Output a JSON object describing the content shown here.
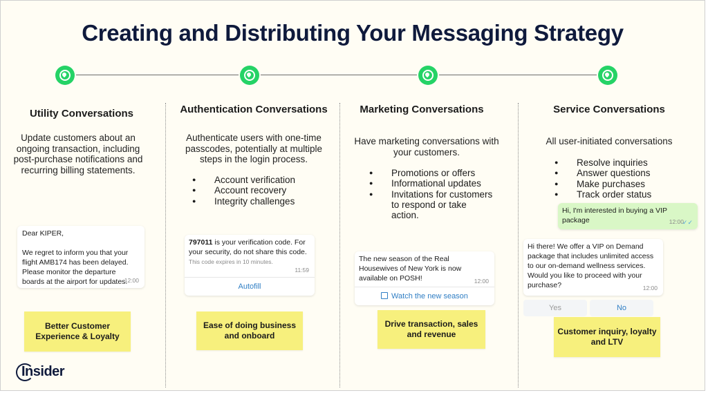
{
  "title": "Creating and Distributing Your Messaging Strategy",
  "icons": {
    "channel": "whatsapp-icon"
  },
  "colors": {
    "whatsapp_green": "#25d366",
    "sticky_yellow": "#f7f07d",
    "title_navy": "#0f1a3c",
    "link_blue": "#2f7ec4",
    "sent_bubble": "#d9f7c6"
  },
  "columns": [
    {
      "title": "Utility Conversations",
      "description": "Update customers about an ongoing transaction, including post-purchase notifications and recurring billing statements.",
      "message": {
        "greeting": "Dear KIPER,",
        "body": "We regret to inform you that your flight AMB174 has been delayed. Please monitor the departure boards at the airport for updates.",
        "time": "12:00"
      },
      "outcome": "Better Customer Experience & Loyalty"
    },
    {
      "title": "Authentication Conversations",
      "description": "Authenticate users with one-time passcodes, potentially at multiple steps in the login process.",
      "bullets": [
        "Account verification",
        "Account recovery",
        "Integrity challenges"
      ],
      "message": {
        "code": "797011",
        "body": " is your verification code. For your security, do not share this code.",
        "expiry": "This code expires in 10 minutes.",
        "time": "11:59",
        "button": "Autofill"
      },
      "outcome": "Ease of doing business and onboard"
    },
    {
      "title": "Marketing Conversations",
      "description": "Have marketing conversations with your customers.",
      "bullets": [
        "Promotions or offers",
        "Informational updates",
        "Invitations for customers to respond or take action."
      ],
      "message": {
        "body": "The new season of the Real Housewives of New York is now available on POSH!",
        "time": "12:00",
        "button": "Watch the new season"
      },
      "outcome": "Drive transaction, sales and revenue"
    },
    {
      "title": "Service Conversations",
      "description": "All user-initiated conversations",
      "bullets": [
        "Resolve inquiries",
        "Answer questions",
        "Make purchases",
        "Track order status"
      ],
      "user_message": {
        "body": "Hi, I'm interested in buying a VIP package",
        "time": "12:00"
      },
      "message": {
        "body": "Hi there! We offer a VIP on Demand package that includes unlimited access to our on-demand wellness services. Would you like to proceed with your purchase?",
        "time": "12:00",
        "buttons": [
          "Yes",
          "No"
        ]
      },
      "outcome": "Customer inquiry, loyalty and LTV"
    }
  ],
  "brand": "Insider"
}
